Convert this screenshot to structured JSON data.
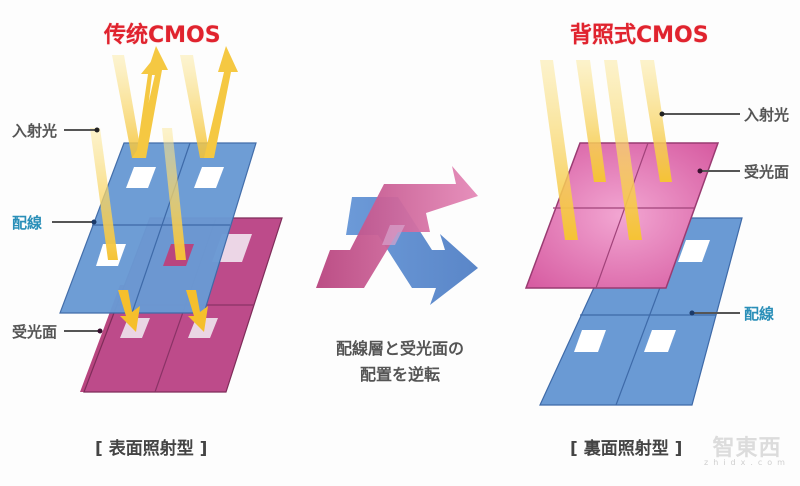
{
  "left_panel": {
    "title": "传统CMOS",
    "labels": {
      "incident_light": "入射光",
      "wiring": "配線",
      "light_receiving_surface": "受光面"
    },
    "type_caption": "[ 表面照射型 ]"
  },
  "center": {
    "caption_line1": "配線層と受光面の",
    "caption_line2": "配置を逆転"
  },
  "right_panel": {
    "title": "背照式CMOS",
    "labels": {
      "incident_light": "入射光",
      "light_receiving_surface": "受光面",
      "wiring": "配線"
    },
    "type_caption": "[ 裏面照射型 ]"
  },
  "watermark": {
    "main": "智東西",
    "sub": "zhidx.com"
  },
  "colors": {
    "title_red": "#e0232e",
    "wiring_blue": "#5b8fd0",
    "receiver_magenta": "#b8457f",
    "receiver_pink": "#e07bb5",
    "light_yellow": "#f5c842",
    "label_gray": "#555555",
    "label_blue": "#2a8fb8"
  }
}
